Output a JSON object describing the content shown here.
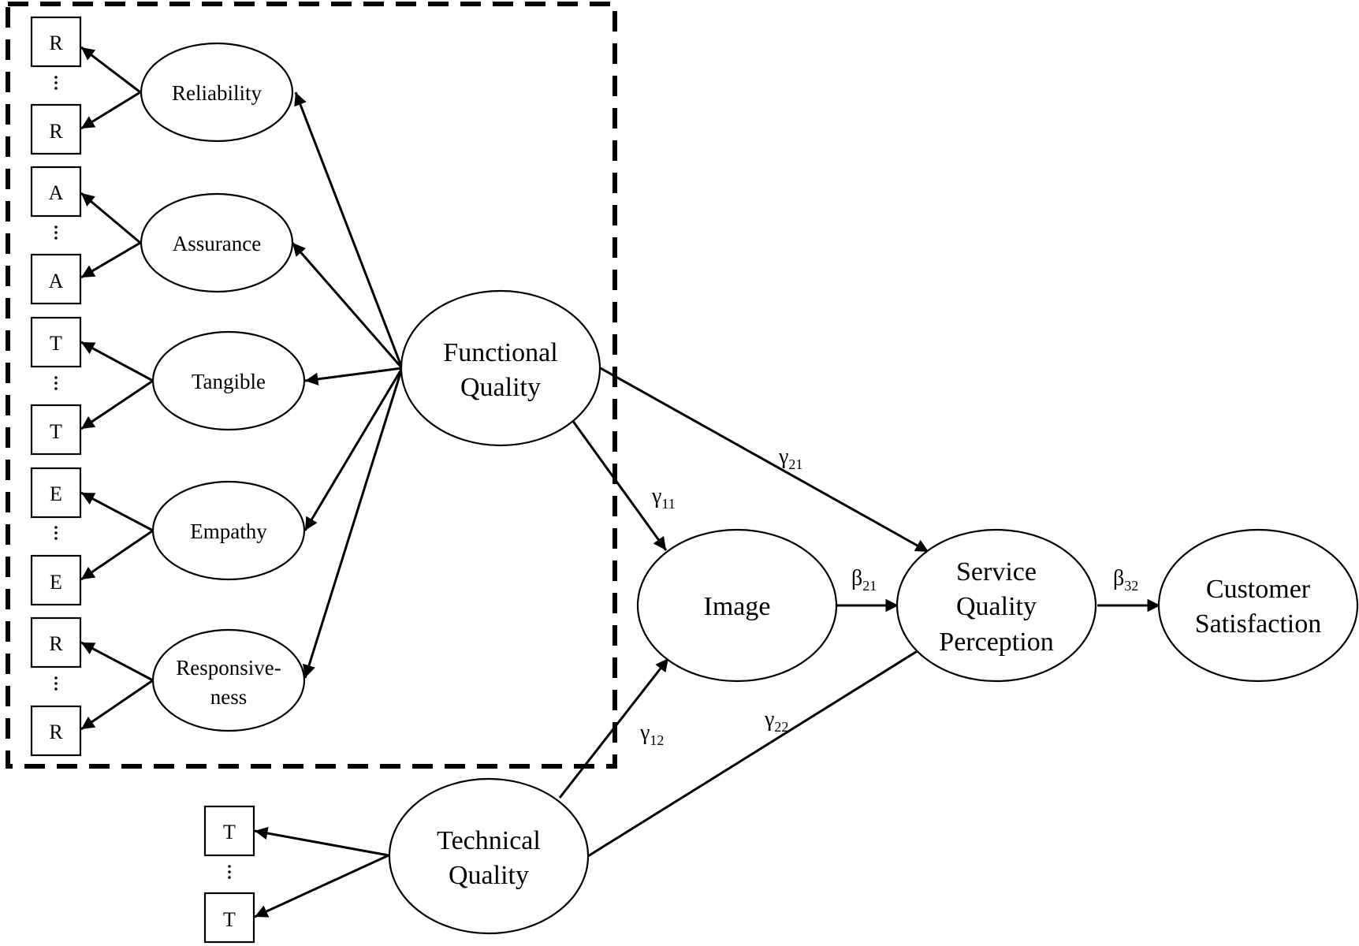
{
  "nodes": {
    "reliability": "Reliability",
    "assurance": "Assurance",
    "tangible": "Tangible",
    "empathy": "Empathy",
    "responsiveness": [
      "Responsive-",
      "ness"
    ],
    "functional_quality": [
      "Functional",
      "Quality"
    ],
    "technical_quality": [
      "Technical",
      "Quality"
    ],
    "image": "Image",
    "service_quality_perception": [
      "Service",
      "Quality",
      "Perception"
    ],
    "customer_satisfaction": [
      "Customer",
      "Satisfaction"
    ]
  },
  "indicators": {
    "reliability": [
      "R",
      "R"
    ],
    "assurance": [
      "A",
      "A"
    ],
    "tangible": [
      "T",
      "T"
    ],
    "empathy": [
      "E",
      "E"
    ],
    "responsiveness": [
      "R",
      "R"
    ],
    "technical": [
      "T",
      "T"
    ]
  },
  "paths": {
    "g11": {
      "sym": "γ",
      "sub": "11"
    },
    "g12": {
      "sym": "γ",
      "sub": "12"
    },
    "g21": {
      "sym": "γ",
      "sub": "21"
    },
    "g22": {
      "sym": "γ",
      "sub": "22"
    },
    "b21": {
      "sym": "β",
      "sub": "21"
    },
    "b32": {
      "sym": "β",
      "sub": "32"
    }
  }
}
